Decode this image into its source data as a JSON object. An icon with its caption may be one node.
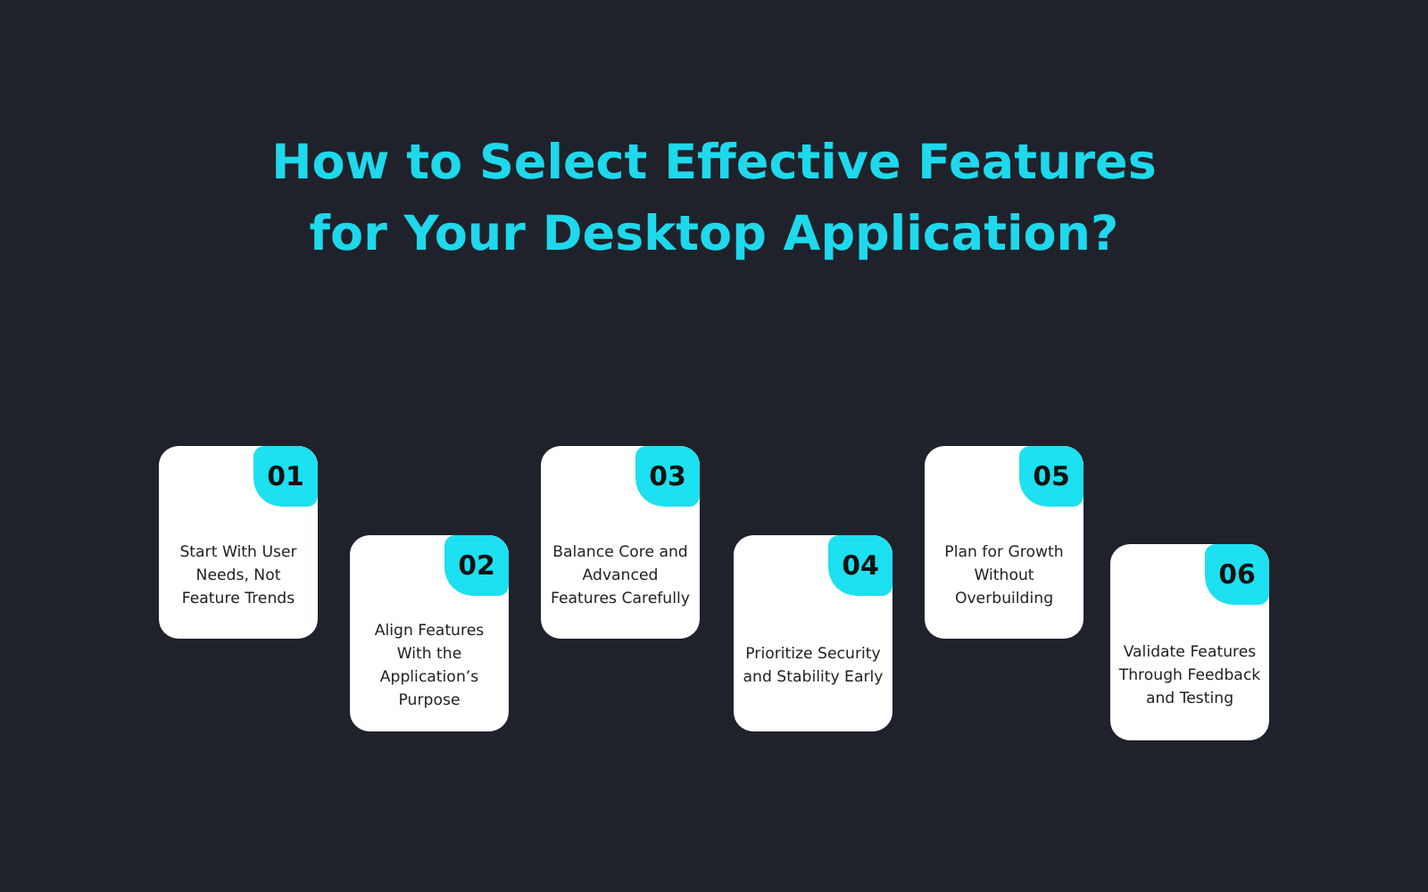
{
  "diagram": {
    "title": "How to Select Effective Features for Your Desktop Application?",
    "nodes": [
      {
        "text": [
          "01",
          "Start With User Needs, Not Feature Trends"
        ]
      },
      {
        "text": [
          "02",
          "Align Features With the Application’s Purpose"
        ]
      },
      {
        "text": [
          "03",
          "Balance Core and Advanced Features Carefully"
        ]
      },
      {
        "text": [
          "04",
          "Prioritize Security and Stability Early"
        ]
      },
      {
        "text": [
          "05",
          "Plan for Growth Without Overbuilding"
        ]
      },
      {
        "text": [
          "06",
          "Validate Features Through Feedback and Testing"
        ]
      }
    ],
    "edges": []
  }
}
